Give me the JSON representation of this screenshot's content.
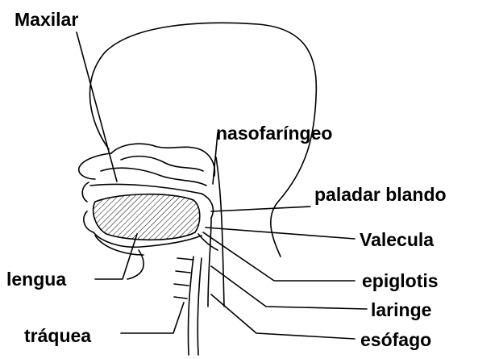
{
  "labels": {
    "maxilar": "Maxilar",
    "nasofaringeo": "nasofaríngeo",
    "paladar_blando": "paladar blando",
    "valecula": "Valecula",
    "lengua": "lengua",
    "epiglotis": "epiglotis",
    "laringe": "laringe",
    "traquea": "tráquea",
    "esofago": "esófago"
  },
  "colors": {
    "ink": "#000000",
    "background": "#ffffff"
  }
}
